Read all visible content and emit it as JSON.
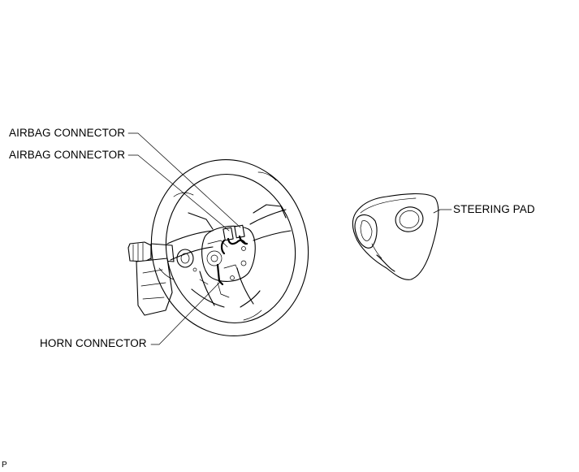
{
  "labels": {
    "airbag_connector_upper": "AIRBAG CONNECTOR",
    "airbag_connector_lower": "AIRBAG CONNECTOR",
    "horn_connector": "HORN CONNECTOR",
    "steering_pad": "STEERING PAD"
  },
  "figure_code": "P"
}
